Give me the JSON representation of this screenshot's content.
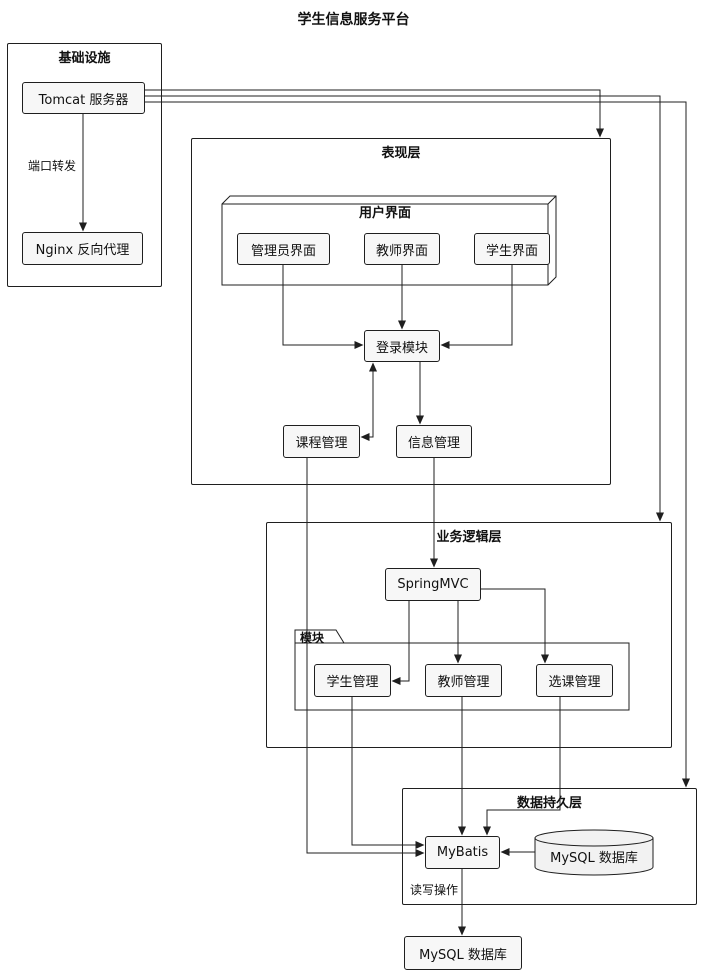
{
  "title": "学生信息服务平台",
  "containers": {
    "infrastructure": {
      "label": "基础设施"
    },
    "presentation": {
      "label": "表现层"
    },
    "business": {
      "label": "业务逻辑层"
    },
    "persistence": {
      "label": "数据持久层"
    },
    "ui_node": {
      "label": "用户界面"
    },
    "modules": {
      "label": "模块"
    }
  },
  "nodes": {
    "tomcat": {
      "label": "Tomcat 服务器"
    },
    "nginx": {
      "label": "Nginx 反向代理"
    },
    "admin_ui": {
      "label": "管理员界面"
    },
    "teacher_ui": {
      "label": "教师界面"
    },
    "student_ui": {
      "label": "学生界面"
    },
    "login": {
      "label": "登录模块"
    },
    "course_mgmt": {
      "label": "课程管理"
    },
    "info_mgmt": {
      "label": "信息管理"
    },
    "springmvc": {
      "label": "SpringMVC"
    },
    "student_mgmt": {
      "label": "学生管理"
    },
    "teacher_mgmt": {
      "label": "教师管理"
    },
    "course_select_mgmt": {
      "label": "选课管理"
    },
    "mybatis": {
      "label": "MyBatis"
    },
    "mysql_cylinder": {
      "label": "MySQL 数据库"
    },
    "mysql_bottom": {
      "label": "MySQL 数据库"
    }
  },
  "edge_labels": {
    "port_forward": "端口转发",
    "read_write": "读写操作"
  },
  "colors": {
    "background": "#ffffff",
    "line": "#1f1f1f",
    "node_fill": "#f7f7f7",
    "cylinder_fill": "#f2f2f2",
    "text": "#111111"
  },
  "edges": [
    {
      "from": "Tomcat 服务器",
      "to": "Nginx 反向代理",
      "label": "端口转发"
    },
    {
      "from": "Tomcat 服务器",
      "to": "表现层"
    },
    {
      "from": "Tomcat 服务器",
      "to": "业务逻辑层"
    },
    {
      "from": "Tomcat 服务器",
      "to": "数据持久层"
    },
    {
      "from": "管理员界面",
      "to": "登录模块"
    },
    {
      "from": "教师界面",
      "to": "登录模块"
    },
    {
      "from": "学生界面",
      "to": "登录模块"
    },
    {
      "from": "登录模块",
      "to": "课程管理",
      "bidirectional": true
    },
    {
      "from": "登录模块",
      "to": "信息管理"
    },
    {
      "from": "课程管理",
      "to": "MyBatis"
    },
    {
      "from": "信息管理",
      "to": "SpringMVC"
    },
    {
      "from": "SpringMVC",
      "to": "学生管理"
    },
    {
      "from": "SpringMVC",
      "to": "教师管理"
    },
    {
      "from": "SpringMVC",
      "to": "选课管理"
    },
    {
      "from": "学生管理",
      "to": "MyBatis"
    },
    {
      "from": "教师管理",
      "to": "MyBatis"
    },
    {
      "from": "选课管理",
      "to": "MyBatis"
    },
    {
      "from": "MySQL 数据库",
      "to": "MyBatis"
    },
    {
      "from": "MyBatis",
      "to": "MySQL 数据库",
      "label": "读写操作"
    }
  ]
}
